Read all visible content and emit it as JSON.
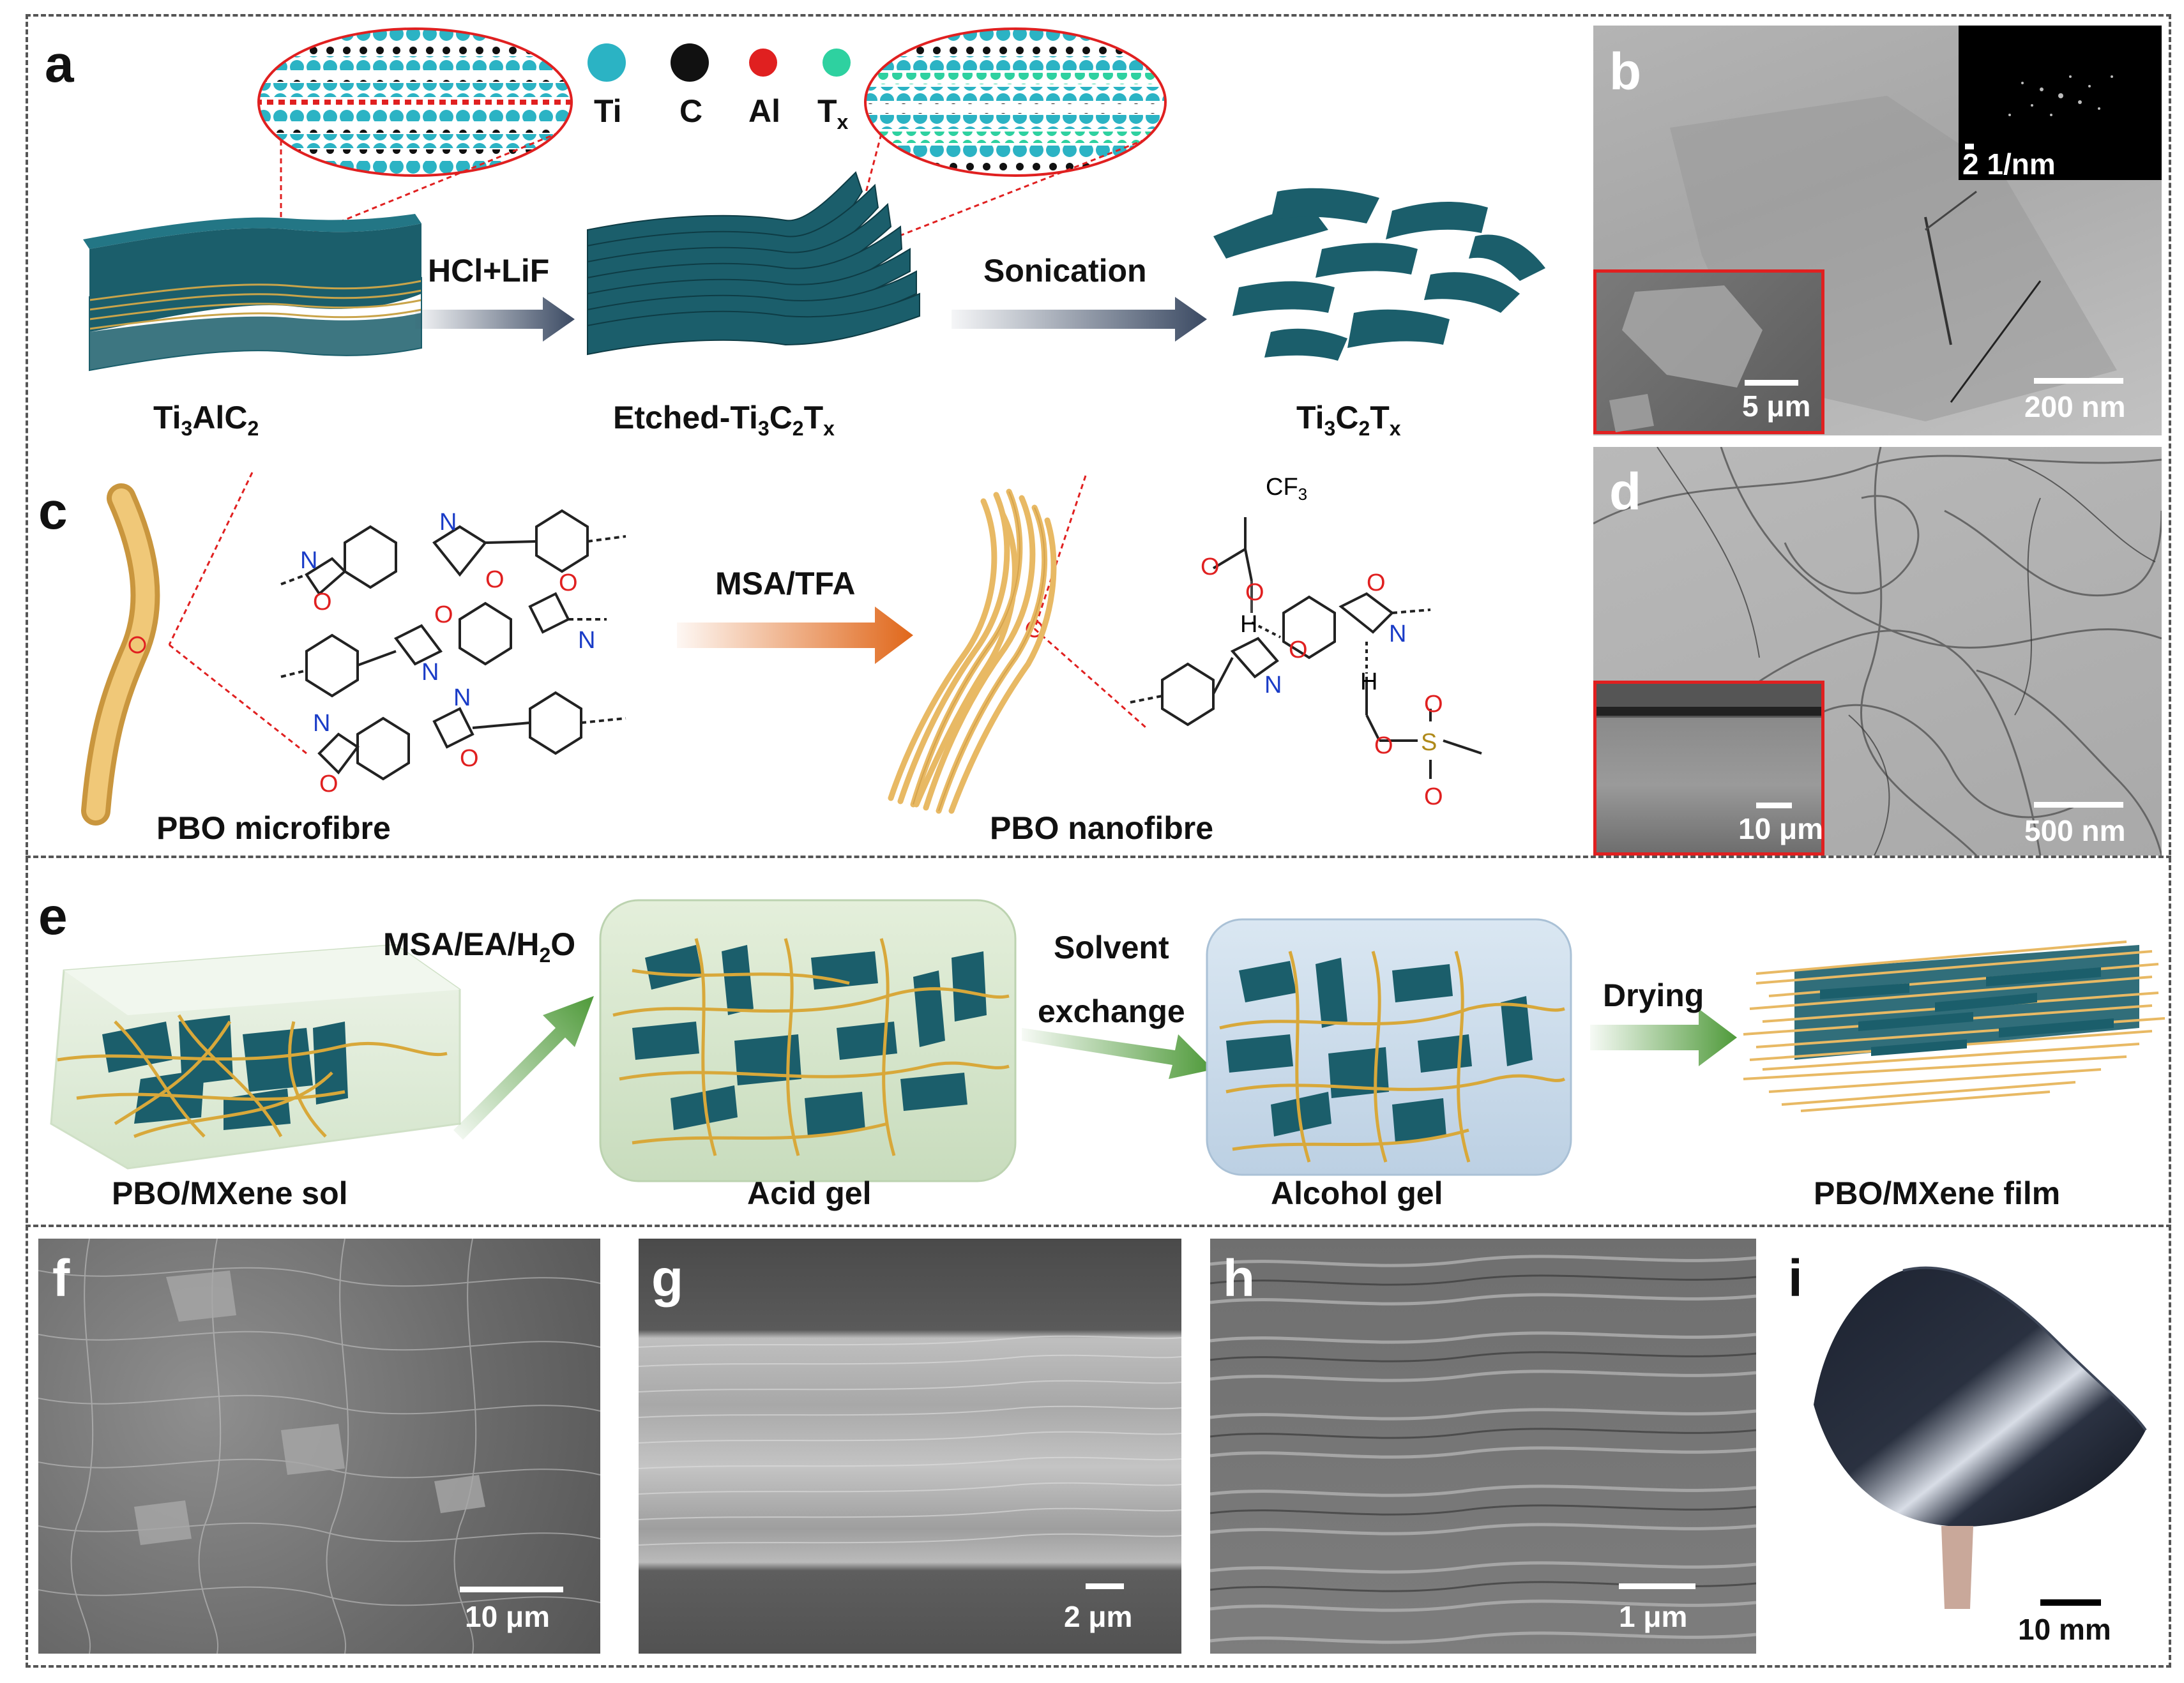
{
  "panels": {
    "a": {
      "label": "a",
      "legend": [
        "Ti",
        "C",
        "Al",
        "T",
        "x"
      ],
      "arrow1": "HCl+LiF",
      "arrow2": "Sonication",
      "cap1": {
        "main": "Ti",
        "s1": "3",
        "mid": "AlC",
        "s2": "2"
      },
      "cap2": {
        "pre": "Etched-Ti",
        "s1": "3",
        "mid": "C",
        "s2": "2",
        "mid2": "T",
        "s3": "x"
      },
      "cap3": {
        "pre": "Ti",
        "s1": "3",
        "mid": "C",
        "s2": "2",
        "mid2": "T",
        "s3": "x"
      }
    },
    "b": {
      "label": "b",
      "saed_scale": "2 1/nm",
      "inset_scale": "5 μm",
      "scale": "200 nm"
    },
    "c": {
      "label": "c",
      "arrow": "MSA/TFA",
      "cap_micro": "PBO microfibre",
      "cap_nano": "PBO nanofibre",
      "atoms": {
        "N": "N",
        "O": "O",
        "H": "H",
        "S": "S",
        "CF3": "CF",
        "CF3_sub": "3"
      }
    },
    "d": {
      "label": "d",
      "inset_scale": "10 μm",
      "scale": "500 nm"
    },
    "e": {
      "label": "e",
      "arrow1": {
        "pre": "MSA/EA/H",
        "sub": "2",
        "post": "O"
      },
      "arrow2_line1": "Solvent",
      "arrow2_line2": "exchange",
      "arrow3": "Drying",
      "cap1": "PBO/MXene sol",
      "cap2": "Acid gel",
      "cap3": "Alcohol gel",
      "cap4": "PBO/MXene film"
    },
    "f": {
      "label": "f",
      "scale": "10 μm"
    },
    "g": {
      "label": "g",
      "scale": "2 μm"
    },
    "h": {
      "label": "h",
      "scale": "1 μm"
    },
    "i": {
      "label": "i",
      "scale": "10 mm"
    }
  },
  "colors": {
    "mxene": "#1b5e6b",
    "ti": "#2bb3c4",
    "carbon": "#111111",
    "al": "#e02020",
    "tx": "#2ed1a0",
    "fibre": "#e8b964",
    "arrow_dark": "#3b4a63",
    "arrow_orange": "#e0671a",
    "arrow_green": "#4f9a3a",
    "inset_border": "#e02020"
  }
}
